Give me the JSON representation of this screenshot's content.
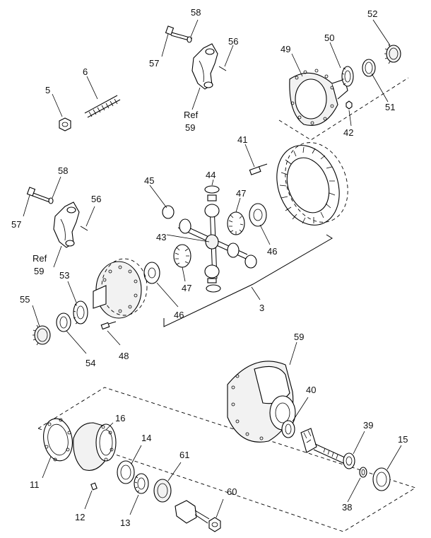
{
  "diagram": {
    "labels": {
      "l5": "5",
      "l6": "6",
      "l57a": "57",
      "l58a": "58",
      "l56a": "56",
      "l59a_ref": "Ref",
      "l59a": "59",
      "l52": "52",
      "l50": "50",
      "l49": "49",
      "l51": "51",
      "l42": "42",
      "l41": "41",
      "l44": "44",
      "l45": "45",
      "l47a": "47",
      "l43": "43",
      "l46a": "46",
      "l47b": "47",
      "l46b": "46",
      "l3": "3",
      "l58b": "58",
      "l57b": "57",
      "l56b": "56",
      "l59b_ref": "Ref",
      "l59b": "59",
      "l53": "53",
      "l55": "55",
      "l54": "54",
      "l48": "48",
      "l59c": "59",
      "l40": "40",
      "l39": "39",
      "l15": "15",
      "l38": "38",
      "l16": "16",
      "l14": "14",
      "l61": "61",
      "l11": "11",
      "l12": "12",
      "l13": "13",
      "l60": "60"
    }
  }
}
